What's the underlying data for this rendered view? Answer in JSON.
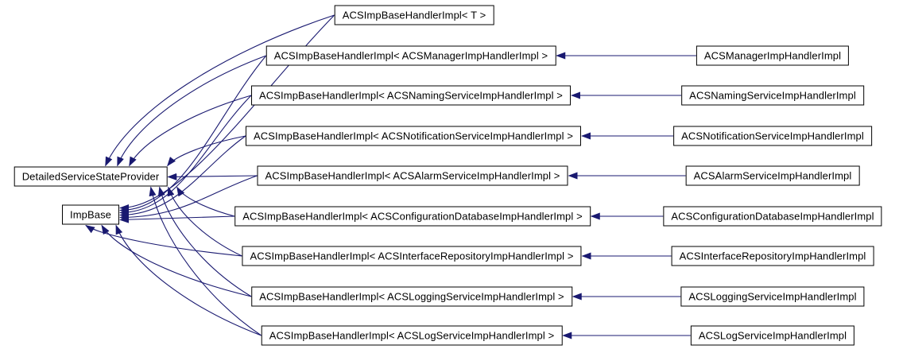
{
  "diagram": {
    "type": "doxygen-inheritance-graph",
    "colors": {
      "edge": "#191970",
      "box_border": "#000000",
      "box_fill": "#ffffff",
      "text": "#000000",
      "background": "#ffffff"
    },
    "base_nodes": [
      {
        "id": "L1",
        "label": "DetailedServiceStateProvider"
      },
      {
        "id": "L2",
        "label": "ImpBase"
      }
    ],
    "template_nodes": [
      {
        "id": "m1",
        "label": "ACSImpBaseHandlerImpl< T >"
      },
      {
        "id": "m2",
        "label": "ACSImpBaseHandlerImpl< ACSManagerImpHandlerImpl >"
      },
      {
        "id": "m3",
        "label": "ACSImpBaseHandlerImpl< ACSNamingServiceImpHandlerImpl >"
      },
      {
        "id": "m4",
        "label": "ACSImpBaseHandlerImpl< ACSNotificationServiceImpHandlerImpl >"
      },
      {
        "id": "m5",
        "label": "ACSImpBaseHandlerImpl< ACSAlarmServiceImpHandlerImpl >"
      },
      {
        "id": "m6",
        "label": "ACSImpBaseHandlerImpl< ACSConfigurationDatabaseImpHandlerImpl >"
      },
      {
        "id": "m7",
        "label": "ACSImpBaseHandlerImpl< ACSInterfaceRepositoryImpHandlerImpl >"
      },
      {
        "id": "m8",
        "label": "ACSImpBaseHandlerImpl< ACSLoggingServiceImpHandlerImpl >"
      },
      {
        "id": "m9",
        "label": "ACSImpBaseHandlerImpl< ACSLogServiceImpHandlerImpl >"
      }
    ],
    "impl_nodes": [
      {
        "id": "r2",
        "label": "ACSManagerImpHandlerImpl"
      },
      {
        "id": "r3",
        "label": "ACSNamingServiceImpHandlerImpl"
      },
      {
        "id": "r4",
        "label": "ACSNotificationServiceImpHandlerImpl"
      },
      {
        "id": "r5",
        "label": "ACSAlarmServiceImpHandlerImpl"
      },
      {
        "id": "r6",
        "label": "ACSConfigurationDatabaseImpHandlerImpl"
      },
      {
        "id": "r7",
        "label": "ACSInterfaceRepositoryImpHandlerImpl"
      },
      {
        "id": "r8",
        "label": "ACSLoggingServiceImpHandlerImpl"
      },
      {
        "id": "r9",
        "label": "ACSLogServiceImpHandlerImpl"
      }
    ],
    "edges": [
      {
        "from": "m1",
        "to": "L1"
      },
      {
        "from": "m1",
        "to": "L2"
      },
      {
        "from": "m2",
        "to": "L1"
      },
      {
        "from": "m2",
        "to": "L2"
      },
      {
        "from": "m3",
        "to": "L1"
      },
      {
        "from": "m3",
        "to": "L2"
      },
      {
        "from": "m4",
        "to": "L1"
      },
      {
        "from": "m4",
        "to": "L2"
      },
      {
        "from": "m5",
        "to": "L1"
      },
      {
        "from": "m5",
        "to": "L2"
      },
      {
        "from": "m6",
        "to": "L1"
      },
      {
        "from": "m6",
        "to": "L2"
      },
      {
        "from": "m7",
        "to": "L1"
      },
      {
        "from": "m7",
        "to": "L2"
      },
      {
        "from": "m8",
        "to": "L1"
      },
      {
        "from": "m8",
        "to": "L2"
      },
      {
        "from": "m9",
        "to": "L1"
      },
      {
        "from": "m9",
        "to": "L2"
      },
      {
        "from": "r2",
        "to": "m2"
      },
      {
        "from": "r3",
        "to": "m3"
      },
      {
        "from": "r4",
        "to": "m4"
      },
      {
        "from": "r5",
        "to": "m5"
      },
      {
        "from": "r6",
        "to": "m6"
      },
      {
        "from": "r7",
        "to": "m7"
      },
      {
        "from": "r8",
        "to": "m8"
      },
      {
        "from": "r9",
        "to": "m9"
      }
    ]
  }
}
